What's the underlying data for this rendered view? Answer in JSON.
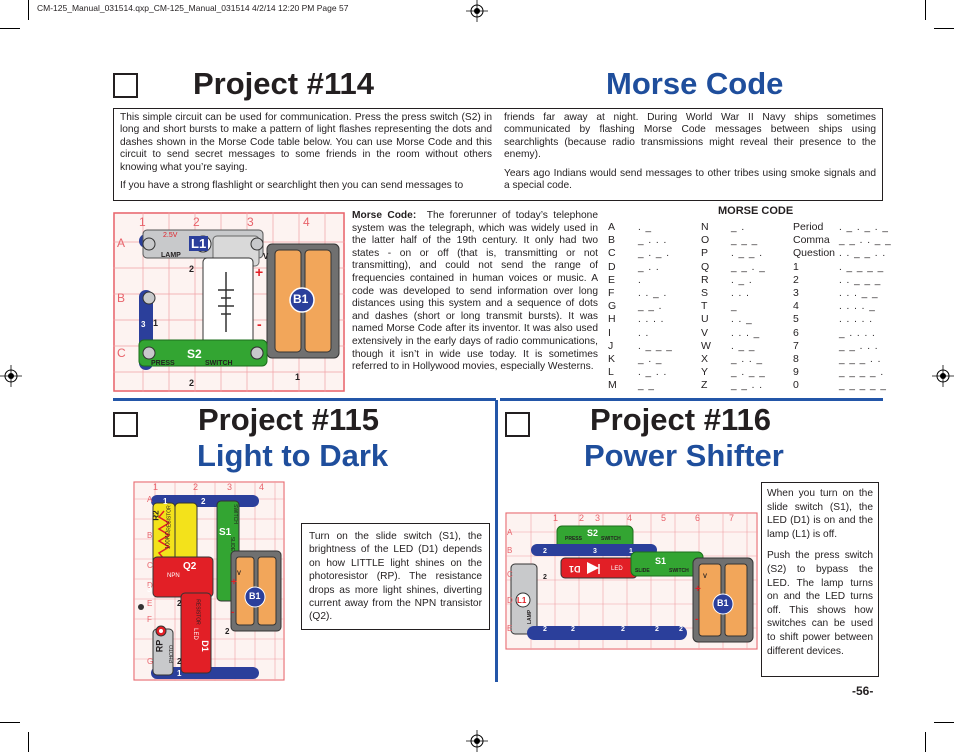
{
  "slug": "CM-125_Manual_031514.qxp_CM-125_Manual_031514  4/2/14  12:20 PM  Page 57",
  "project114": {
    "title": "Project #114",
    "subtitle": "Morse Code",
    "intro_col1_p1": "This simple circuit can be used for communication. Press the press switch (S2) in long and short bursts to make a pattern of light flashes representing the dots and dashes shown in the Morse Code table below. You can use Morse Code and this circuit to send secret messages to some friends in the room without others knowing what you’re saying.",
    "intro_col1_p2": "If you have a strong flashlight or searchlight then you can send messages to",
    "intro_col2_p1": "friends far away at night. During World War II Navy ships sometimes communicated by flashing Morse Code messages between ships using searchlights (because radio transmissions might reveal their presence to the enemy).",
    "intro_col2_p2": "Years ago Indians would send messages to other tribes using smoke signals and a special code.",
    "morse_lead": "Morse Code:",
    "morse_body": "The forerunner of today’s telephone system was the telegraph, which was widely used in the latter half of the 19th century. It only had two states - on or off (that is, transmitting or not transmitting), and could not send the range of frequencies contained in human voices or music. A code was developed to send information over long distances using this system and a sequence of dots and dashes (short or long transmit bursts). It was named Morse Code after its inventor. It was also used extensively in the early days of radio communications, though it isn’t in wide use today. It is sometimes referred to in Hollywood movies, especially Westerns.",
    "circuit_labels": {
      "cols": [
        "1",
        "2",
        "3",
        "4"
      ],
      "rows": [
        "A",
        "B",
        "C"
      ],
      "voltage": "2.5V",
      "l1": "L1",
      "lamp": "LAMP",
      "b1": "B1",
      "s2": "S2",
      "press": "PRESS",
      "switch": "SWITCH",
      "num_2a": "2",
      "num_3": "3",
      "num_1a": "1",
      "num_2b": "2",
      "num_1b": "1",
      "plus": "+",
      "minus": "-",
      "v": "V"
    }
  },
  "morse_table": {
    "heading": "MORSE CODE",
    "col1": [
      {
        "l": "A",
        "c": ". _"
      },
      {
        "l": "B",
        "c": "_ . . ."
      },
      {
        "l": "C",
        "c": "_ . _ ."
      },
      {
        "l": "D",
        "c": "_ . ."
      },
      {
        "l": "E",
        "c": "."
      },
      {
        "l": "F",
        "c": ". . _ ."
      },
      {
        "l": "G",
        "c": "_ _ ."
      },
      {
        "l": "H",
        "c": ". . . ."
      },
      {
        "l": "I",
        "c": ". ."
      },
      {
        "l": "J",
        "c": ". _ _ _"
      },
      {
        "l": "K",
        "c": "_ . _"
      },
      {
        "l": "L",
        "c": ". _ . ."
      },
      {
        "l": "M",
        "c": "_ _"
      }
    ],
    "col2": [
      {
        "l": "N",
        "c": "_ ."
      },
      {
        "l": "O",
        "c": "_ _ _"
      },
      {
        "l": "P",
        "c": ". _ _ ."
      },
      {
        "l": "Q",
        "c": "_ _ . _"
      },
      {
        "l": "R",
        "c": ". _ ."
      },
      {
        "l": "S",
        "c": ". . ."
      },
      {
        "l": "T",
        "c": "_"
      },
      {
        "l": "U",
        "c": ". . _"
      },
      {
        "l": "V",
        "c": ". . . _"
      },
      {
        "l": "W",
        "c": ". _ _"
      },
      {
        "l": "X",
        "c": "_ . . _"
      },
      {
        "l": "Y",
        "c": "_ . _ _"
      },
      {
        "l": "Z",
        "c": "_ _ . ."
      }
    ],
    "col3": [
      {
        "l": "Period",
        "c": ". _ . _ . _"
      },
      {
        "l": "Comma",
        "c": "_ _ . . _ _"
      },
      {
        "l": "Question",
        "c": ". . _ _ . ."
      },
      {
        "l": "1",
        "c": ". _ _ _ _"
      },
      {
        "l": "2",
        "c": ". . _ _ _"
      },
      {
        "l": "3",
        "c": ". . . _ _"
      },
      {
        "l": "4",
        "c": ". . . . _"
      },
      {
        "l": "5",
        "c": ". . . . ."
      },
      {
        "l": "6",
        "c": "_ . . . ."
      },
      {
        "l": "7",
        "c": "_ _ . . ."
      },
      {
        "l": "8",
        "c": "_ _ _ . ."
      },
      {
        "l": "9",
        "c": "_ _ _ _ ."
      },
      {
        "l": "0",
        "c": "_ _ _ _ _"
      }
    ]
  },
  "project115": {
    "title": "Project #115",
    "subtitle": "Light to Dark",
    "body": "Turn on the slide switch (S1), the brightness of the LED (D1) depends on how LITTLE light shines on the photoresistor (RP). The resistance drops as more light shines, diverting current away from the NPN transistor (Q2).",
    "circuit_labels": {
      "cols": [
        "1",
        "2",
        "3",
        "4"
      ],
      "rows": [
        "A",
        "B",
        "C",
        "D",
        "E",
        "F",
        "G"
      ],
      "r2": "R2",
      "q2": "Q2",
      "s1": "S1",
      "b1": "B1",
      "d1": "D1",
      "rp": "RP",
      "npn": "NPN",
      "led": "LED",
      "photo": "PHOTO",
      "slide": "SLIDE",
      "switch": "SWITCH",
      "resistor": "RESISTOR",
      "resistor2": "RESISTOR",
      "k100": "100KΩ",
      "n1": "1",
      "n2": "2",
      "n3": "2",
      "n4": "2",
      "n5": "3",
      "n6": "1",
      "n7": "2",
      "plus": "+",
      "minus": "-",
      "v": "V"
    }
  },
  "project116": {
    "title": "Project #116",
    "subtitle": "Power Shifter",
    "p1": "When you turn on the slide switch (S1), the LED (D1) is on and the lamp (L1) is off.",
    "p2": "Push the press switch (S2) to bypass the LED. The lamp turns on and the LED turns off. This shows how switches can be used to shift power between different devices.",
    "circuit_labels": {
      "cols": [
        "1",
        "2",
        "3",
        "4",
        "5",
        "6",
        "7"
      ],
      "rows": [
        "A",
        "B",
        "C",
        "D",
        "E"
      ],
      "s2": "S2",
      "press": "PRESS",
      "switch": "SWITCH",
      "d1": "D1",
      "led": "LED",
      "s1": "S1",
      "slide": "SLIDE",
      "switch2": "SWITCH",
      "l1": "L1",
      "lamp": "LAMP",
      "b1": "B1",
      "n1": "2",
      "n2": "3",
      "n3": "1",
      "n4": "2",
      "n5": "2",
      "n6": "2",
      "n7": "2",
      "n8": "2",
      "n9": "2",
      "plus": "+",
      "minus": "-",
      "v": "V"
    }
  },
  "page_number": "-56-",
  "colors": {
    "blue_heading": "#1f4e9c",
    "divider": "#2356a8",
    "wire_blue": "#2b3f9b",
    "grid_red": "#e8636b",
    "green": "#33a532",
    "red_part": "#e21f26",
    "yellow_part": "#f3e21b",
    "battery": "#f2a65a"
  }
}
